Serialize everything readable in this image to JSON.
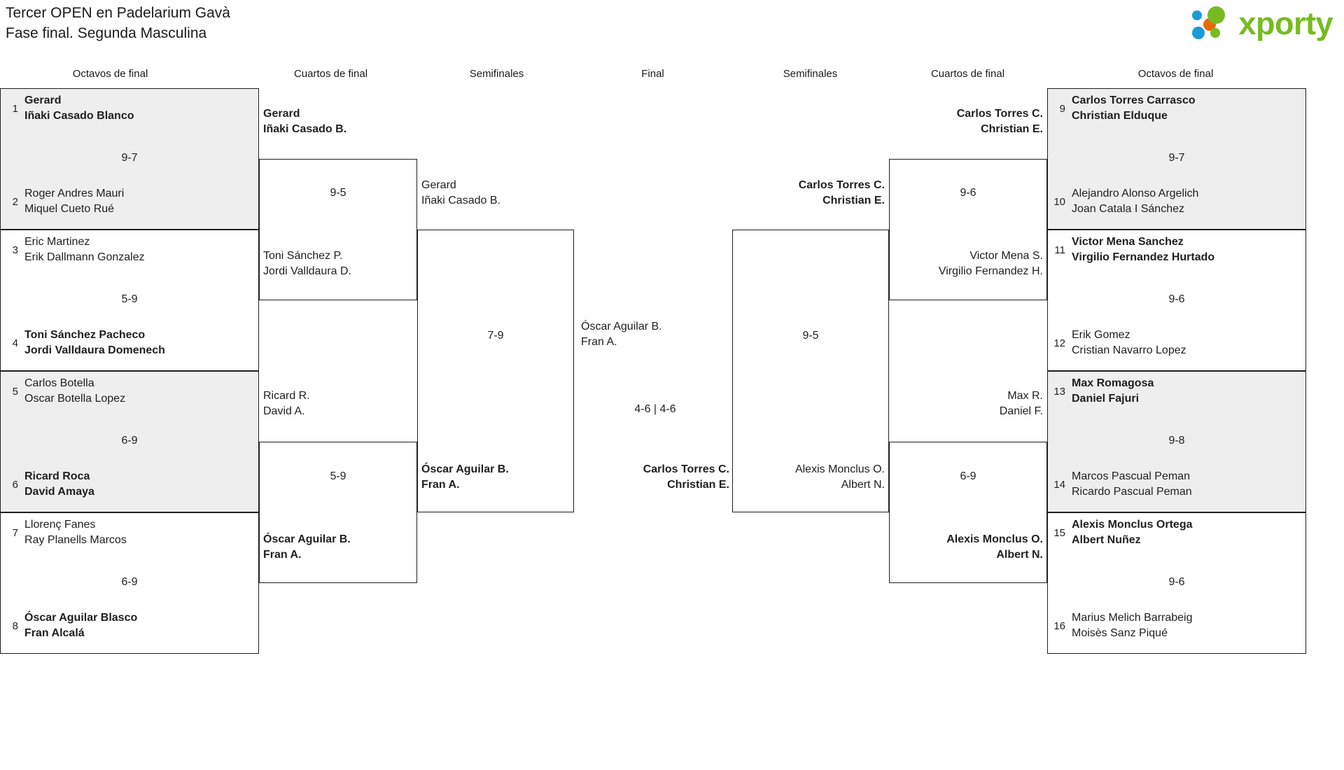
{
  "header": {
    "title_line1": "Tercer OPEN en Padelarium Gavà",
    "title_line2": "Fase final. Segunda Masculina",
    "logo_text": "xporty",
    "logo_colors": {
      "green": "#76bc21",
      "orange": "#e8690b",
      "blue": "#1b9ad6"
    }
  },
  "round_headers": [
    {
      "label": "Octavos de final"
    },
    {
      "label": "Cuartos de final"
    },
    {
      "label": "Semifinales"
    },
    {
      "label": "Final"
    },
    {
      "label": "Semifinales"
    },
    {
      "label": "Cuartos de final"
    },
    {
      "label": "Octavos de final"
    }
  ],
  "bracket": {
    "left_r16": [
      {
        "seed": "1",
        "p1": "Gerard",
        "p2": "Iñaki Casado Blanco",
        "winner": true
      },
      {
        "seed": "2",
        "p1": "Roger Andres Mauri",
        "p2": "Miquel Cueto Rué",
        "winner": false
      },
      {
        "seed": "3",
        "p1": "Eric Martinez",
        "p2": "Erik Dallmann Gonzalez",
        "winner": false
      },
      {
        "seed": "4",
        "p1": "Toni Sánchez Pacheco",
        "p2": "Jordi Valldaura Domenech",
        "winner": true
      },
      {
        "seed": "5",
        "p1": "Carlos Botella",
        "p2": "Oscar Botella Lopez",
        "winner": false
      },
      {
        "seed": "6",
        "p1": "Ricard Roca",
        "p2": "David Amaya",
        "winner": true
      },
      {
        "seed": "7",
        "p1": "Llorenç Fanes",
        "p2": "Ray Planells Marcos",
        "winner": false
      },
      {
        "seed": "8",
        "p1": "Óscar Aguilar Blasco",
        "p2": "Fran Alcalá",
        "winner": true
      }
    ],
    "left_r16_scores": [
      "9-7",
      "5-9",
      "6-9",
      "6-9"
    ],
    "left_qf": [
      {
        "p1": "Gerard",
        "p2": "Iñaki Casado B.",
        "winner": true
      },
      {
        "p1": "Toni Sánchez P.",
        "p2": "Jordi Valldaura D.",
        "winner": false
      },
      {
        "p1": "Ricard R.",
        "p2": "David A.",
        "winner": false
      },
      {
        "p1": "Óscar Aguilar B.",
        "p2": "Fran A.",
        "winner": true
      }
    ],
    "left_qf_scores": [
      "9-5",
      "5-9"
    ],
    "left_sf": [
      {
        "p1": "Gerard",
        "p2": "Iñaki Casado B.",
        "winner": false
      },
      {
        "p1": "Óscar Aguilar B.",
        "p2": "Fran A.",
        "winner": true
      }
    ],
    "left_sf_scores": [
      "7-9"
    ],
    "final": [
      {
        "p1": "Óscar Aguilar B.",
        "p2": "Fran A.",
        "winner": false
      },
      {
        "p1": "Carlos Torres C.",
        "p2": "Christian E.",
        "winner": true
      }
    ],
    "final_score": "4-6 | 4-6",
    "right_sf": [
      {
        "p1": "Carlos Torres C.",
        "p2": "Christian E.",
        "winner": true
      },
      {
        "p1": "Alexis Monclus O.",
        "p2": "Albert N.",
        "winner": false
      }
    ],
    "right_sf_scores": [
      "9-5"
    ],
    "right_qf": [
      {
        "p1": "Carlos Torres C.",
        "p2": "Christian E.",
        "winner": true
      },
      {
        "p1": "Victor Mena S.",
        "p2": "Virgilio Fernandez H.",
        "winner": false
      },
      {
        "p1": "Max R.",
        "p2": "Daniel F.",
        "winner": false
      },
      {
        "p1": "Alexis Monclus O.",
        "p2": "Albert N.",
        "winner": true
      }
    ],
    "right_qf_scores": [
      "9-6",
      "6-9"
    ],
    "right_r16": [
      {
        "seed": "9",
        "p1": "Carlos Torres Carrasco",
        "p2": "Christian Elduque",
        "winner": true
      },
      {
        "seed": "10",
        "p1": "Alejandro Alonso Argelich",
        "p2": "Joan Catala I Sánchez",
        "winner": false
      },
      {
        "seed": "11",
        "p1": "Victor Mena Sanchez",
        "p2": "Virgilio Fernandez Hurtado",
        "winner": true
      },
      {
        "seed": "12",
        "p1": "Erik Gomez",
        "p2": "Cristian Navarro Lopez",
        "winner": false
      },
      {
        "seed": "13",
        "p1": "Max Romagosa",
        "p2": "Daniel Fajuri",
        "winner": true
      },
      {
        "seed": "14",
        "p1": "Marcos Pascual Peman",
        "p2": "Ricardo Pascual Peman",
        "winner": false
      },
      {
        "seed": "15",
        "p1": "Alexis Monclus Ortega",
        "p2": "Albert Nuñez",
        "winner": true
      },
      {
        "seed": "16",
        "p1": "Marius Melich Barrabeig",
        "p2": "Moisès Sanz Piqué",
        "winner": false
      }
    ],
    "right_r16_scores": [
      "9-7",
      "9-6",
      "9-8",
      "9-6"
    ]
  }
}
